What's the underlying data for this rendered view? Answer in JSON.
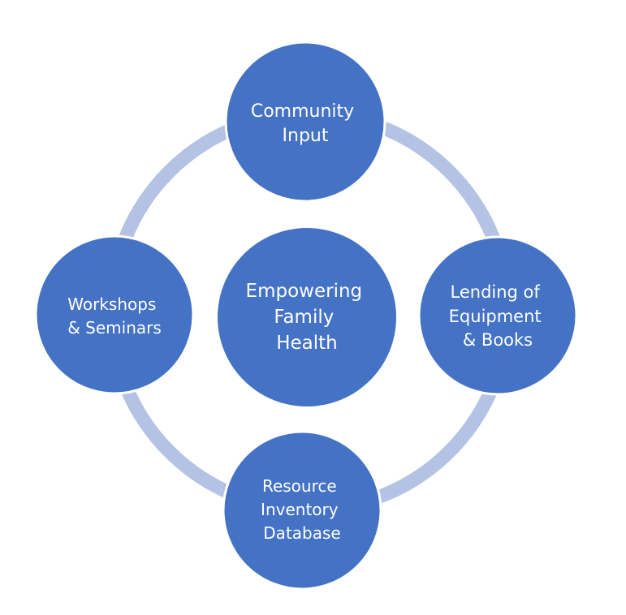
{
  "diagram": {
    "colors": {
      "node_fill": "#4472c4",
      "node_stroke": "#ffffff",
      "ring": "#b4c3e3",
      "text": "#ffffff"
    },
    "center": {
      "lines": [
        "Empowering",
        "Family",
        "Health"
      ]
    },
    "nodes": {
      "top": {
        "lines": [
          "Community",
          "Input"
        ]
      },
      "right": {
        "lines": [
          "Lending of",
          "Equipment",
          "& Books"
        ]
      },
      "bottom": {
        "lines": [
          "Resource",
          "Inventory",
          "Database"
        ]
      },
      "left": {
        "lines": [
          "Workshops",
          "& Seminars"
        ]
      }
    }
  }
}
